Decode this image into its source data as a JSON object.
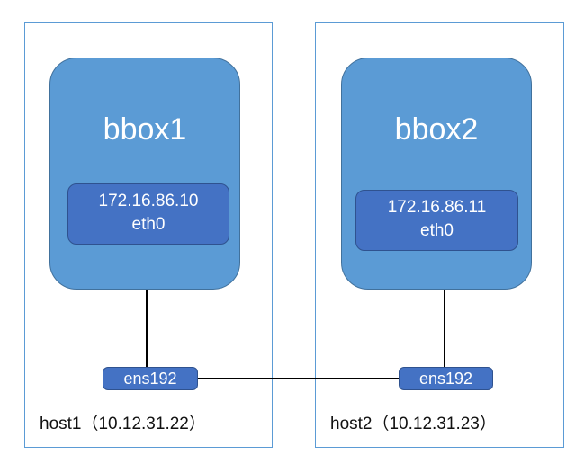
{
  "hosts": [
    {
      "label": "host1（10.12.31.22）"
    },
    {
      "label": "host2（10.12.31.23）"
    }
  ],
  "containers": [
    {
      "name": "bbox1",
      "ip": "172.16.86.10",
      "iface": "eth0"
    },
    {
      "name": "bbox2",
      "ip": "172.16.86.11",
      "iface": "eth0"
    }
  ],
  "nics": [
    {
      "label": "ens192"
    },
    {
      "label": "ens192"
    }
  ],
  "colors": {
    "host_border": "#5b9bd5",
    "container_fill": "#5b9bd5",
    "interface_fill": "#4472c4",
    "link": "#000000"
  }
}
